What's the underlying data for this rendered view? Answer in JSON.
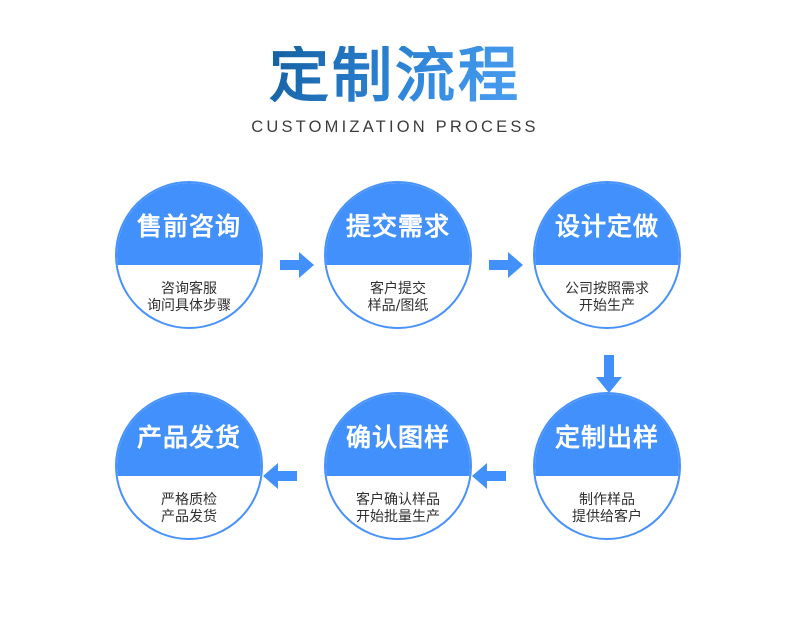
{
  "header": {
    "title": "定制流程",
    "subtitle": "CUSTOMIZATION PROCESS",
    "title_gradient_from": "#14609e",
    "title_gradient_to": "#4b9cf0",
    "subtitle_color": "#3c3c3c"
  },
  "theme": {
    "accent_blue": "#4190fb",
    "border_blue": "#4892fb",
    "arrow_blue": "#4190fb",
    "body_text": "#2f2f2f",
    "background": "#ffffff"
  },
  "flow": {
    "steps": [
      {
        "index": 1,
        "title": "售前咨询",
        "desc_lines": [
          "咨询客服",
          "询问具体步骤"
        ]
      },
      {
        "index": 2,
        "title": "提交需求",
        "desc_lines": [
          "客户提交",
          "样品/图纸"
        ]
      },
      {
        "index": 3,
        "title": "设计定做",
        "desc_lines": [
          "公司按照需求",
          "开始生产"
        ]
      },
      {
        "index": 4,
        "title": "定制出样",
        "desc_lines": [
          "制作样品",
          "提供给客户"
        ]
      },
      {
        "index": 5,
        "title": "确认图样",
        "desc_lines": [
          "客户确认样品",
          "开始批量生产"
        ]
      },
      {
        "index": 6,
        "title": "产品发货",
        "desc_lines": [
          "严格质检",
          "产品发货"
        ]
      }
    ],
    "arrows": [
      {
        "name": "arrow-right-icon",
        "direction": "right",
        "from": "售前咨询",
        "to": "提交需求"
      },
      {
        "name": "arrow-right-icon",
        "direction": "right",
        "from": "提交需求",
        "to": "设计定做"
      },
      {
        "name": "arrow-down-icon",
        "direction": "down",
        "from": "设计定做",
        "to": "定制出样"
      },
      {
        "name": "arrow-left-icon",
        "direction": "left",
        "from": "定制出样",
        "to": "确认图样"
      },
      {
        "name": "arrow-left-icon",
        "direction": "left",
        "from": "确认图样",
        "to": "产品发货"
      }
    ]
  }
}
